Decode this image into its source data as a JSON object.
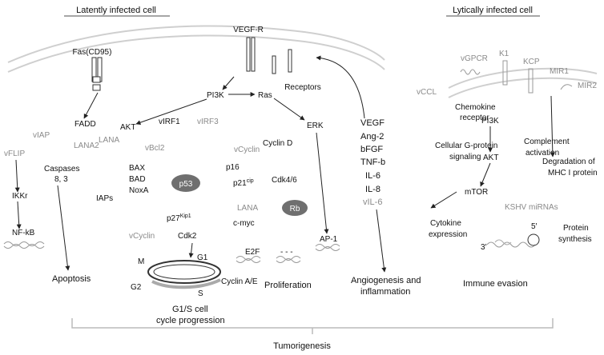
{
  "headers": {
    "latent": "Latently infected cell",
    "lytic": "Lytically infected cell"
  },
  "membrane_labels": {
    "fas": "Fas(CD95)",
    "vegfr": "VEGF-R",
    "receptors": "Receptors"
  },
  "latent_nodes": {
    "fadd": "FADD",
    "akt": "AKT",
    "pi3k": "PI3K",
    "ras": "Ras",
    "erk": "ERK",
    "viap": "vIAP",
    "lana2": "LANA2",
    "vflip": "vFLIP",
    "caspases": "Caspases",
    "caspases_num": "8, 3",
    "ikkr": "IKKr",
    "nfkb": "NF-kB",
    "lana": "LANA",
    "iaps": "IAPs",
    "virf1": "vIRF1",
    "virf3": "vIRF3",
    "vbcl2": "vBcl2",
    "bax": "BAX",
    "bad": "BAD",
    "noxa": "NoxA",
    "p53": "p53",
    "p21": "p21",
    "p21_sup": "cip",
    "p27": "p27",
    "p27_sup": "Kip1",
    "vcyclin_a": "vCyclin",
    "vcyclin_b": "vCyclin",
    "cyclin_d": "Cyclin D",
    "p16": "p16",
    "cdk46": "Cdk4/6",
    "lana_b": "LANA",
    "rb": "Rb",
    "cmyc": "c-myc",
    "cdk2": "Cdk2",
    "e2f": "E2F",
    "dashes": "- - -",
    "ap1": "AP-1",
    "cyclin_ae": "Cyclin A/E",
    "m": "M",
    "g1": "G1",
    "g2": "G2",
    "s": "S"
  },
  "secreted": [
    "VEGF",
    "Ang-2",
    "bFGF",
    "TNF-b",
    "IL-6",
    "IL-8",
    "vIL-6"
  ],
  "lytic_nodes": {
    "vccl": "vCCL",
    "vgpcr": "vGPCR",
    "k1": "K1",
    "kcp": "KCP",
    "mir1": "MIR1",
    "mir2": "MIR2",
    "chemokine": "Chemokine",
    "receptor": "receptor",
    "pi3k": "PI3K",
    "akt": "AKT",
    "mtor": "mTOR",
    "cellular": "Cellular G-protein",
    "signaling": "signaling",
    "complement": "Complement",
    "activation": "activation",
    "degradation": "Degradation of",
    "mhc": "MHC I protein",
    "cytokine": "Cytokine",
    "expression": "expression",
    "mirnas": "KSHV miRNAs",
    "five": "5′",
    "three": "3′",
    "protein": "Protein",
    "synthesis": "synthesis"
  },
  "outcomes": {
    "apoptosis": "Apoptosis",
    "proliferation": "Proliferation",
    "g1s": "G1/S cell",
    "cycle": "cycle progression",
    "angio": "Angiogenesis and",
    "inflammation": "inflammation",
    "immune": "Immune evasion",
    "tumorigenesis": "Tumorigenesis"
  },
  "colors": {
    "ink": "#111111",
    "viral_gray": "#8a8a8a",
    "ellipse_fill": "#6f6f6f",
    "membrane": "#cfcfcf"
  }
}
